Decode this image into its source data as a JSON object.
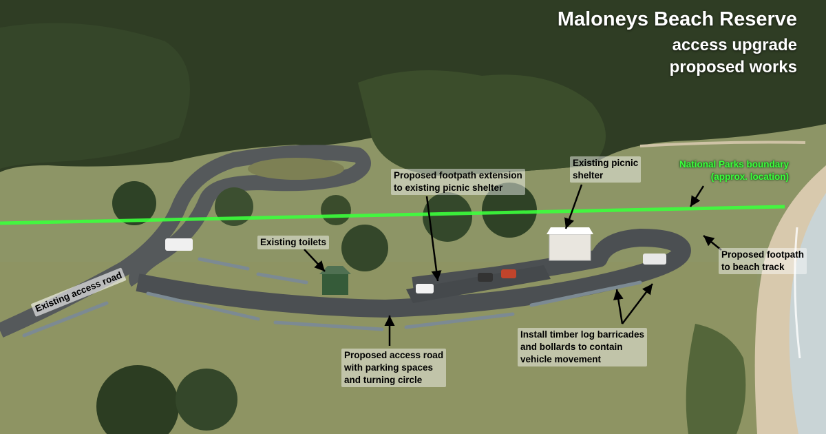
{
  "title": {
    "line1": "Maloneys Beach Reserve",
    "line2": "access upgrade",
    "line3": "proposed  works"
  },
  "colors": {
    "boundary_line": "#3cff3c",
    "grass": "#8d9566",
    "forest": "#2f3d24",
    "road": "#4b4f52",
    "sand": "#d8c9ad",
    "sea": "#c9d4d6"
  },
  "labels": {
    "footpath_extension": [
      "Proposed footpath extension",
      "to existing picnic shelter"
    ],
    "picnic_shelter": [
      "Existing picnic",
      "shelter"
    ],
    "np_boundary": [
      "National Parks boundary",
      "(approx. location)"
    ],
    "toilets": "Existing toilets",
    "footpath_beach": [
      "Proposed footpath",
      "to beach track"
    ],
    "access_road_existing": "Existing access road",
    "access_road_proposed": [
      "Proposed access road",
      "with parking spaces",
      "and  turning circle"
    ],
    "barricades": [
      "Install timber log barricades",
      "and bollards to contain",
      "vehicle movement"
    ]
  }
}
